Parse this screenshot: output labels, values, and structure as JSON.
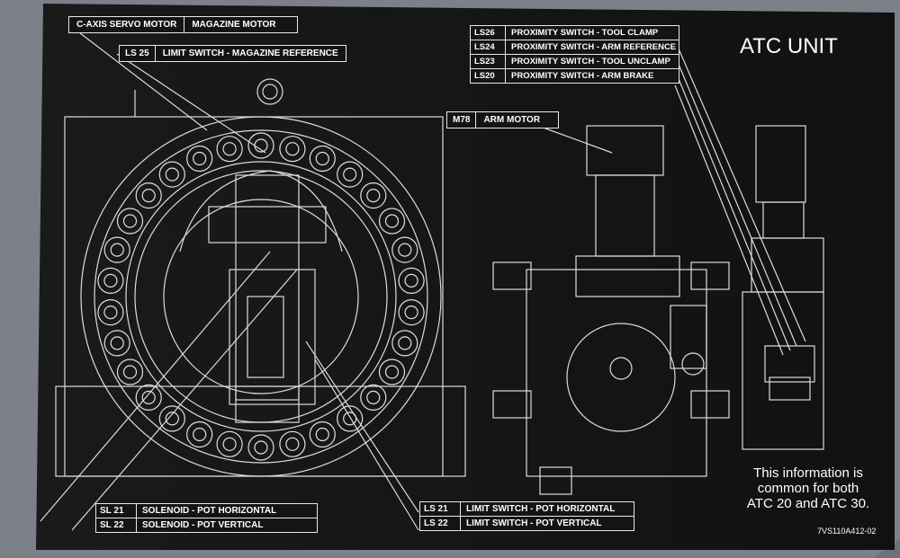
{
  "title": "ATC UNIT",
  "top_labels": {
    "c_axis": {
      "desc": "C-AXIS SERVO MOTOR"
    },
    "magazine_motor": {
      "desc": "MAGAZINE MOTOR"
    },
    "ls25": {
      "code": "LS 25",
      "desc": "LIMIT SWITCH - MAGAZINE REFERENCE"
    }
  },
  "prox_switches": [
    {
      "code": "LS26",
      "desc": "PROXIMITY SWITCH - TOOL CLAMP"
    },
    {
      "code": "LS24",
      "desc": "PROXIMITY SWITCH - ARM REFERENCE"
    },
    {
      "code": "LS23",
      "desc": "PROXIMITY SWITCH - TOOL UNCLAMP"
    },
    {
      "code": "LS20",
      "desc": "PROXIMITY SWITCH - ARM BRAKE"
    }
  ],
  "arm_motor": {
    "code": "M78",
    "desc": "ARM MOTOR"
  },
  "solenoids": [
    {
      "code": "SL 21",
      "desc": "SOLENOID - POT HORIZONTAL"
    },
    {
      "code": "SL 22",
      "desc": "SOLENOID - POT VERTICAL"
    }
  ],
  "limit_switches": [
    {
      "code": "LS 21",
      "desc": "LIMIT SWITCH - POT HORIZONTAL"
    },
    {
      "code": "LS 22",
      "desc": "LIMIT SWITCH - POT VERTICAL"
    }
  ],
  "info": {
    "line1": "This information is",
    "line2": "common for both",
    "line3": "ATC 20 and ATC 30."
  },
  "part_number": "7VS110A412-02",
  "colors": {
    "plate": "#141414",
    "line": "#e8e8e8",
    "frame": "#6c7077"
  }
}
